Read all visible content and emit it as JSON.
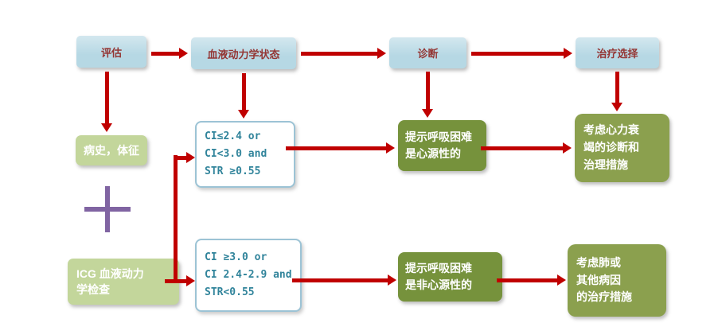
{
  "colors": {
    "arrow": "#c00000",
    "step_bg": "#b6d8e4",
    "step_text": "#943634",
    "light_green": "#c3d69b",
    "dark_green": "#76923c",
    "olive": "#8ba04e",
    "criteria_border": "#9cc3d5",
    "criteria_text": "#31849b",
    "plus": "#8064a2"
  },
  "steps": {
    "assessment": "评估",
    "hemodynamic": "血液动力学状态",
    "diagnosis": "诊断",
    "treatment": "治疗选择"
  },
  "cardiac_path": {
    "history": "病史，体征",
    "criteria": "CI≤2.4 or\nCI<3.0 and\nSTR ≥0.55",
    "result": "提示呼吸困难\n是心源性的",
    "action": "考虑心力衰\n竭的诊断和\n治理措施"
  },
  "noncardiac_path": {
    "icg": "ICG 血液动力\n学检查",
    "criteria": "CI ≥3.0 or\nCI 2.4-2.9 and\nSTR<0.55",
    "result": "提示呼吸困难\n是非心源性的",
    "action": "考虑肺或\n其他病因\n的治疗措施"
  }
}
